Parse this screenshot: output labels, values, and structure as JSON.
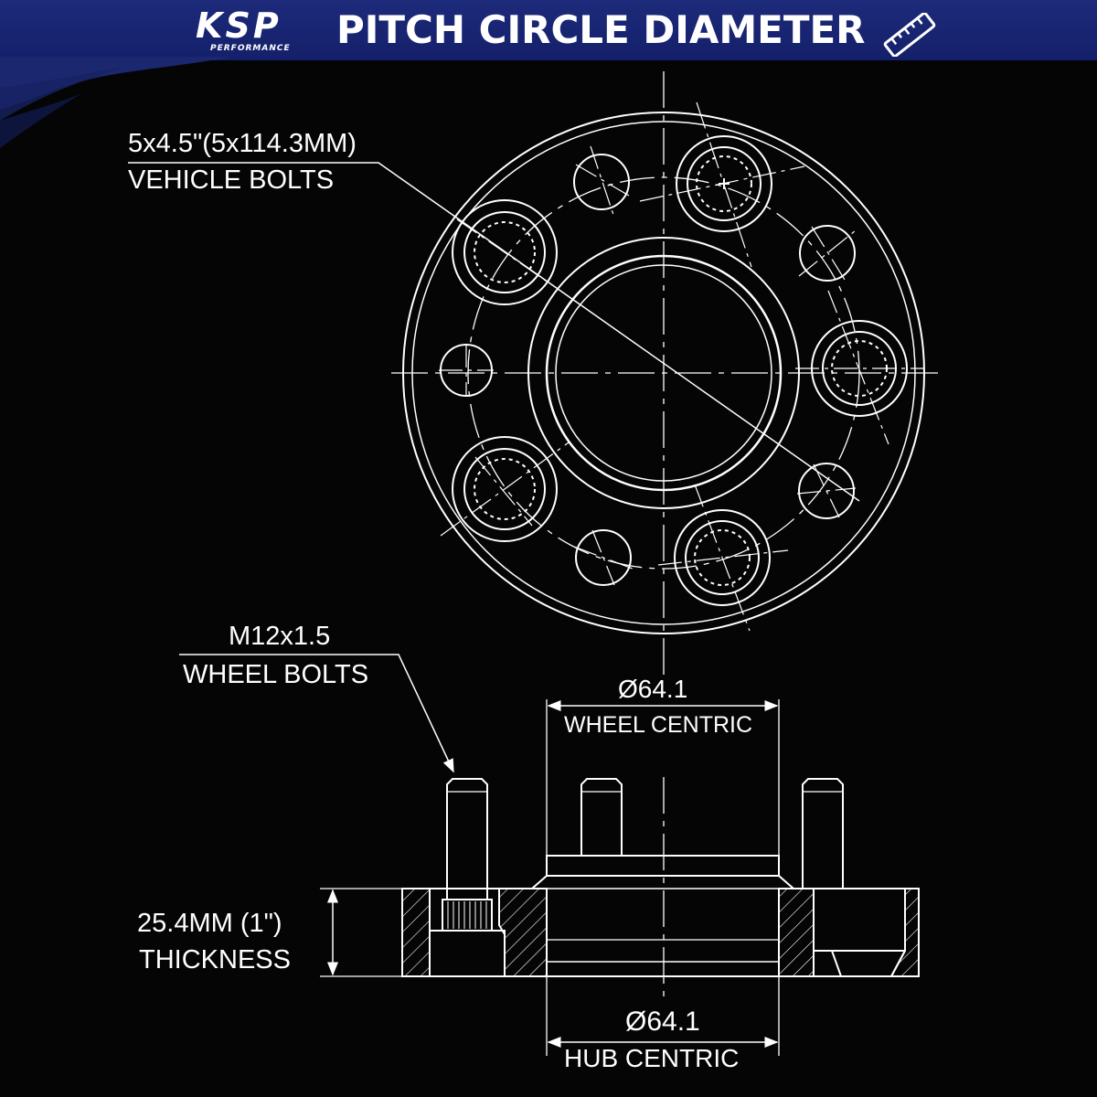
{
  "header": {
    "logo_text": "KSP",
    "logo_subtext": "PERFORMANCE",
    "title": "PITCH CIRCLE DIAMETER",
    "icon": "ruler-icon"
  },
  "labels": {
    "vehicle_bolts_spec": "5x4.5\"(5x114.3MM)",
    "vehicle_bolts_label": "VEHICLE BOLTS",
    "wheel_bolts_spec": "M12x1.5",
    "wheel_bolts_label": "WHEEL BOLTS",
    "wheel_centric_value": "Ø64.1",
    "wheel_centric_label": "WHEEL CENTRIC",
    "hub_centric_value": "Ø64.1",
    "hub_centric_label": "HUB CENTRIC",
    "thickness_value": "25.4MM (1\")",
    "thickness_label": "THICKNESS"
  },
  "colors": {
    "banner": "#1d2a7a",
    "background": "#050505",
    "lines": "#ffffff"
  }
}
